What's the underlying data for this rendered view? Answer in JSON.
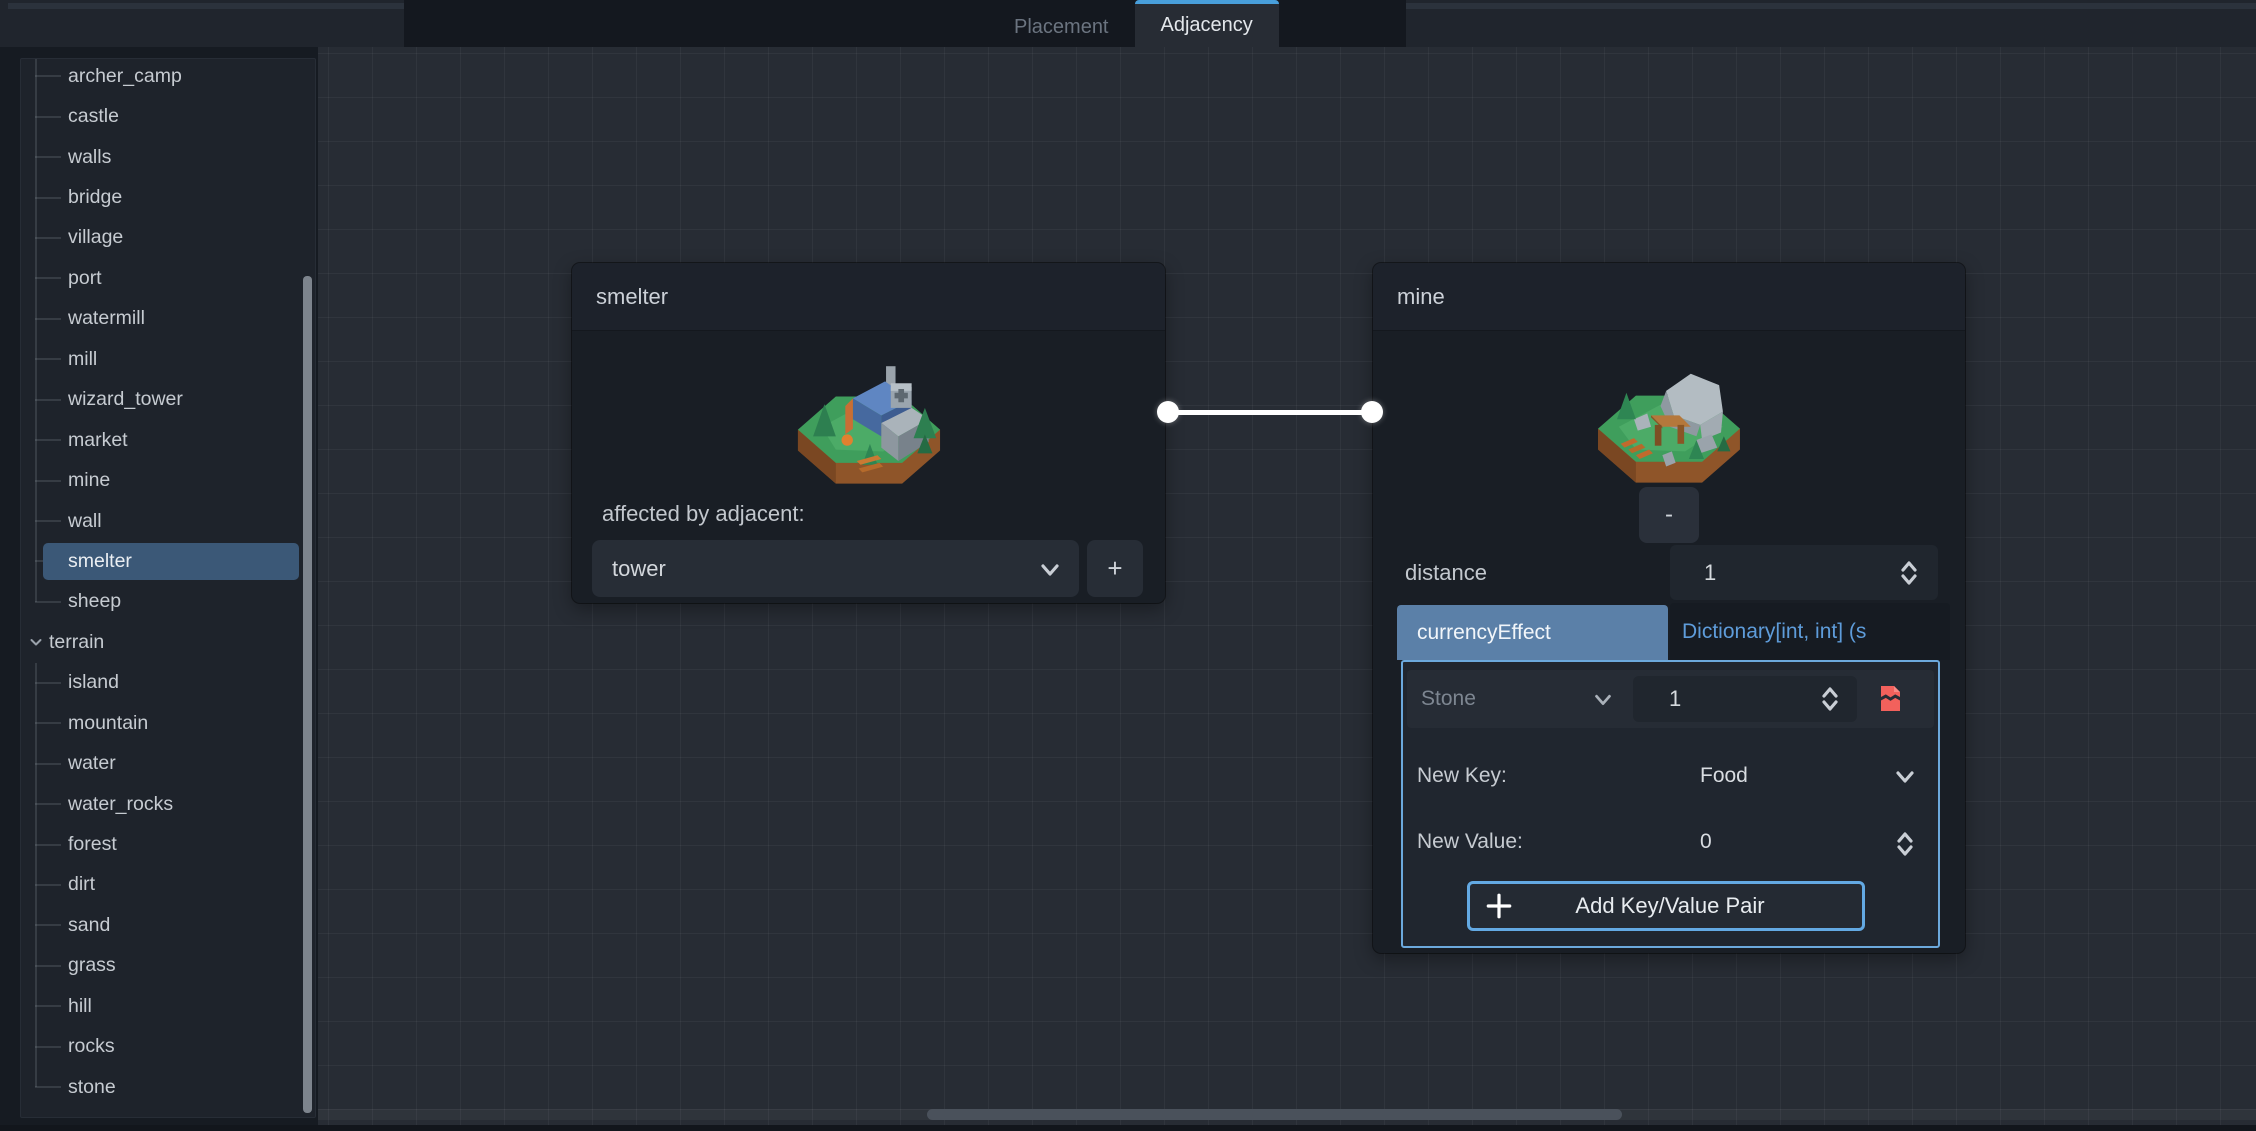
{
  "tabs": {
    "placement": "Placement",
    "adjacency": "Adjacency"
  },
  "sidebar": {
    "selected": "smelter",
    "items": [
      {
        "label": "archer_camp",
        "depth": 1
      },
      {
        "label": "castle",
        "depth": 1
      },
      {
        "label": "walls",
        "depth": 1
      },
      {
        "label": "bridge",
        "depth": 1
      },
      {
        "label": "village",
        "depth": 1
      },
      {
        "label": "port",
        "depth": 1
      },
      {
        "label": "watermill",
        "depth": 1
      },
      {
        "label": "mill",
        "depth": 1
      },
      {
        "label": "wizard_tower",
        "depth": 1
      },
      {
        "label": "market",
        "depth": 1
      },
      {
        "label": "mine",
        "depth": 1
      },
      {
        "label": "wall",
        "depth": 1
      },
      {
        "label": "smelter",
        "depth": 1,
        "selected": true
      },
      {
        "label": "sheep",
        "depth": 1,
        "last": true
      },
      {
        "label": "terrain",
        "depth": 0,
        "chevron": true,
        "expanded": true
      },
      {
        "label": "island",
        "depth": 1
      },
      {
        "label": "mountain",
        "depth": 1
      },
      {
        "label": "water",
        "depth": 1
      },
      {
        "label": "water_rocks",
        "depth": 1
      },
      {
        "label": "forest",
        "depth": 1
      },
      {
        "label": "dirt",
        "depth": 1
      },
      {
        "label": "sand",
        "depth": 1
      },
      {
        "label": "grass",
        "depth": 1
      },
      {
        "label": "hill",
        "depth": 1
      },
      {
        "label": "rocks",
        "depth": 1
      },
      {
        "label": "stone",
        "depth": 1,
        "last": true
      }
    ]
  },
  "nodes": {
    "smelter": {
      "title": "smelter",
      "affected_label": "affected by adjacent:",
      "dropdown_value": "tower",
      "add_button": "+"
    },
    "mine": {
      "title": "mine",
      "remove_button": "-",
      "distance_label": "distance",
      "distance_value": "1",
      "dict_property": "currencyEffect",
      "dict_type": "Dictionary[int, int] (s",
      "entry_key": "Stone",
      "entry_value": "1",
      "new_key_label": "New Key:",
      "new_key_value": "Food",
      "new_value_label": "New Value:",
      "new_value_value": "0",
      "add_pair_label": "Add Key/Value Pair"
    }
  },
  "colors": {
    "tab_accent": "#489fdb",
    "tree_selection": "#3b5877",
    "dict_header_bg": "#5b80a8",
    "dict_border": "#6ca9dd",
    "dict_type_text": "#5e9cda",
    "remove_icon_red": "#f2615c",
    "connection": "#ffffff"
  }
}
